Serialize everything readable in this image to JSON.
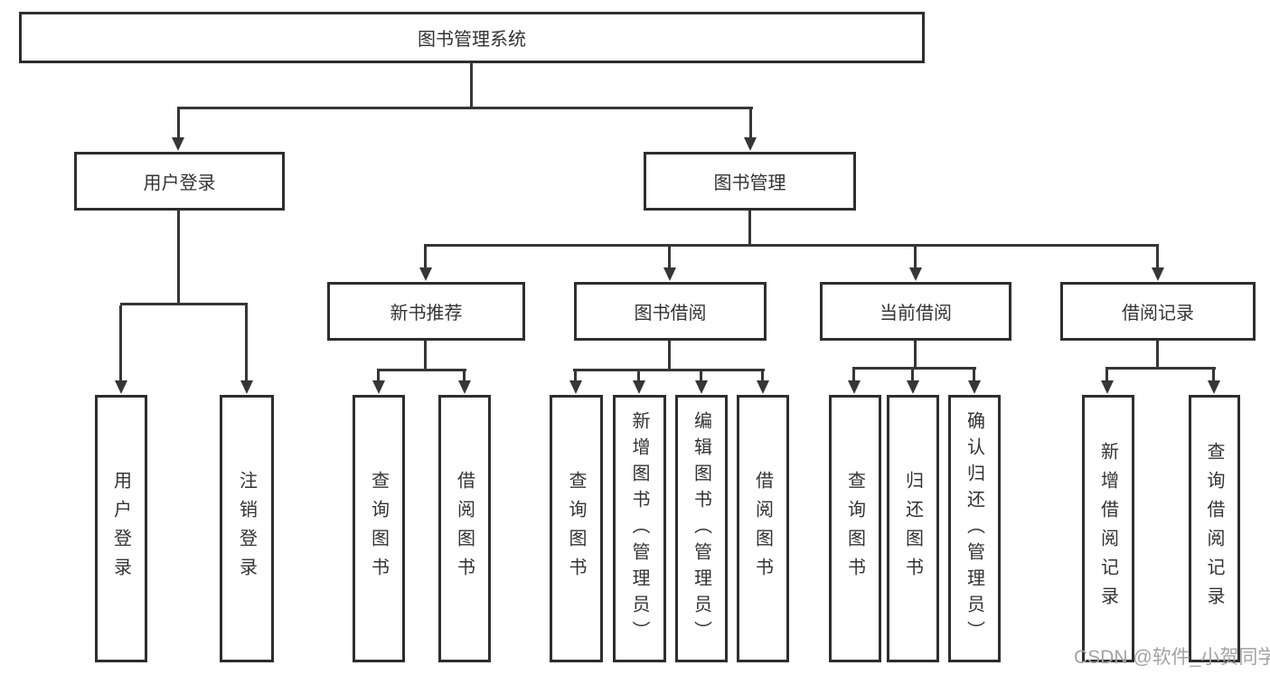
{
  "tree": {
    "root_label": "图书管理系统",
    "user_branch": {
      "label": "用户登录",
      "children": [
        {
          "label": "用户登录"
        },
        {
          "label": "注销登录"
        }
      ]
    },
    "book_branch": {
      "label": "图书管理",
      "groups": [
        {
          "label": "新书推荐",
          "children": [
            {
              "label": "查询图书"
            },
            {
              "label": "借阅图书"
            }
          ]
        },
        {
          "label": "图书借阅",
          "children": [
            {
              "label": "查询图书"
            },
            {
              "label": "新增图书（管理员）"
            },
            {
              "label": "编辑图书（管理员）"
            },
            {
              "label": "借阅图书"
            }
          ]
        },
        {
          "label": "当前借阅",
          "children": [
            {
              "label": "查询图书"
            },
            {
              "label": "归还图书"
            },
            {
              "label": "确认归还（管理员）"
            }
          ]
        },
        {
          "label": "借阅记录",
          "children": [
            {
              "label": "新增借阅记录"
            },
            {
              "label": "查询借阅记录"
            }
          ]
        }
      ]
    }
  },
  "watermark": {
    "text": "CSDN @软件_小贺同学"
  },
  "colors": {
    "line": "#363636",
    "box_border": "#2e2e2e",
    "text": "#333333",
    "watermark": "#a3a3a3",
    "background": "#ffffff"
  }
}
